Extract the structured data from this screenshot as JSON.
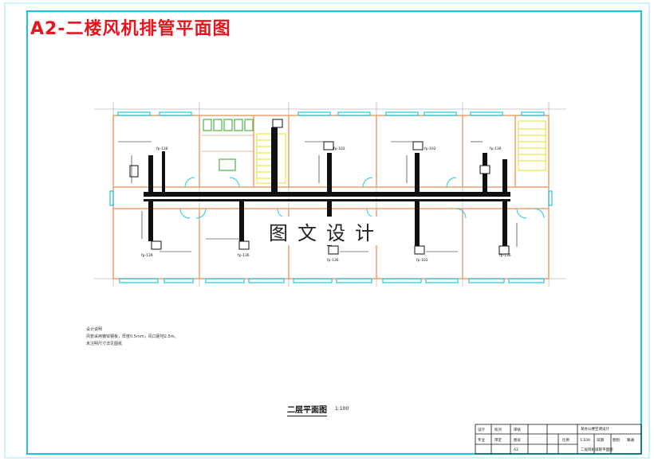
{
  "title": "A2-二楼风机排管平面图",
  "watermark": "图文设计",
  "plan": {
    "caption": "二层平面图",
    "scale": "1:100",
    "units": [
      {
        "label": "fp-136",
        "room": "left-upper"
      },
      {
        "label": "fp-102",
        "room": "center-upper"
      },
      {
        "label": "fp-102",
        "room": "right-upper"
      },
      {
        "label": "fp-136",
        "room": "far-right-upper"
      },
      {
        "label": "fp-136",
        "room": "left-lower"
      },
      {
        "label": "fp-136",
        "room": "left2-lower"
      },
      {
        "label": "fp-136",
        "room": "center-lower"
      },
      {
        "label": "fp-102",
        "room": "right-lower"
      },
      {
        "label": "fp-136",
        "room": "far-right-lower"
      }
    ]
  },
  "notes": [
    "设计说明",
    "风管采用镀锌钢板，厚度0.5mm，风口距地2.5m。",
    "未注明尺寸详见图纸"
  ],
  "title_block": {
    "cells": [
      "设计",
      "校对",
      "审核",
      "专业",
      "审定",
      "图号",
      "比例",
      "日期",
      "图别",
      "A2",
      "1:100",
      "暖通"
    ],
    "project": "某办公楼空调设计",
    "drawing": "二层风机排管平面图"
  },
  "colors": {
    "frame": "#18c8d8",
    "window": "#20c9e0",
    "wall": "#e8a070",
    "duct": "#111111",
    "title": "#e8141e",
    "stair": "#e8e020",
    "fixture": "#2aa62a"
  }
}
